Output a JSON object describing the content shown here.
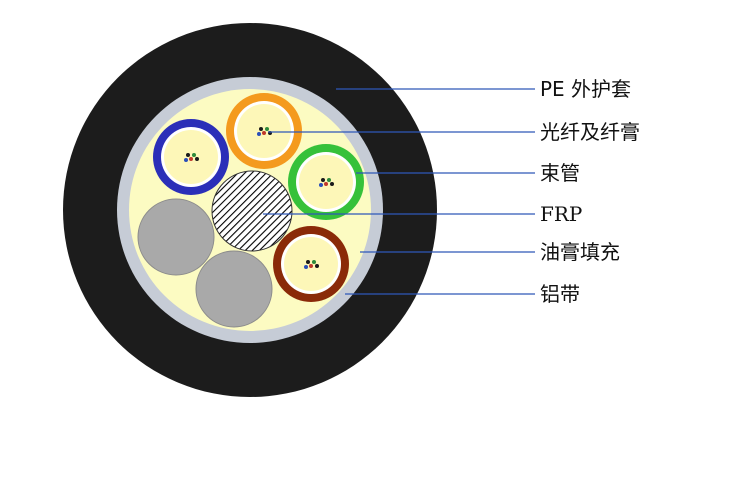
{
  "diagram": {
    "colors": {
      "outer_jacket": "#1c1c1c",
      "aluminum_tape": "#c6ccd6",
      "filling_gel": "#fcfbc2",
      "filler_rod": "#a9a9a9",
      "frp_fill": "#ffffff",
      "frp_hatch": "#000000",
      "tube_blue": "#2b2fb8",
      "tube_orange": "#f49a1e",
      "tube_green": "#36c13a",
      "tube_brown": "#8a2a08",
      "tube_inner": "#fdf7b8",
      "leader_line": "#2e57b8"
    },
    "callouts": [
      {
        "id": "pe-jacket",
        "label": "PE 外护套"
      },
      {
        "id": "fiber-and-gel",
        "label": "光纤及纤膏"
      },
      {
        "id": "loose-tube",
        "label": "束管"
      },
      {
        "id": "frp",
        "label": "FRP"
      },
      {
        "id": "filling-compound",
        "label": "油膏填充"
      },
      {
        "id": "aluminum-tape",
        "label": "铝带"
      }
    ]
  }
}
